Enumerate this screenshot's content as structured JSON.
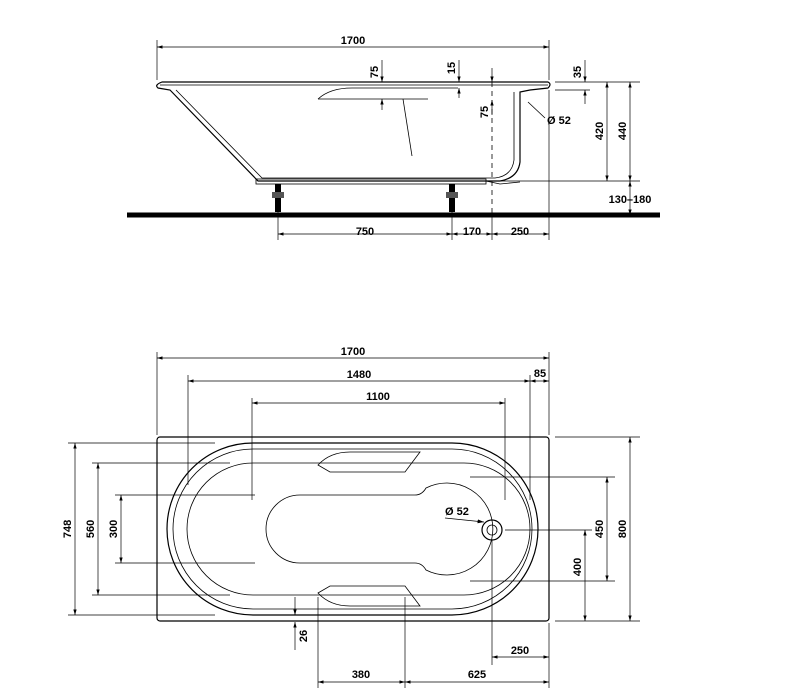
{
  "side_view": {
    "overall_length": "1700",
    "rim_drop": "75",
    "rim_thickness": "15",
    "rim_edge": "35",
    "drain_offset": "75",
    "drain_diameter": "Ø 52",
    "inner_height": "420",
    "total_height": "440",
    "leg_adjust": "130–180",
    "leg_spacing": "750",
    "leg_to_drain": "170",
    "drain_to_end": "250"
  },
  "top_view": {
    "overall_length": "1700",
    "inner_length": "1480",
    "flat_bottom_length": "1100",
    "end_rim": "85",
    "width_748": "748",
    "width_560": "560",
    "width_300": "300",
    "drain_diameter": "Ø 52",
    "drain_450": "450",
    "overall_width": "800",
    "drain_400": "400",
    "side_rim": "26",
    "armrest_width": "380",
    "armrest_to_end": "625",
    "drain_to_end": "250"
  }
}
